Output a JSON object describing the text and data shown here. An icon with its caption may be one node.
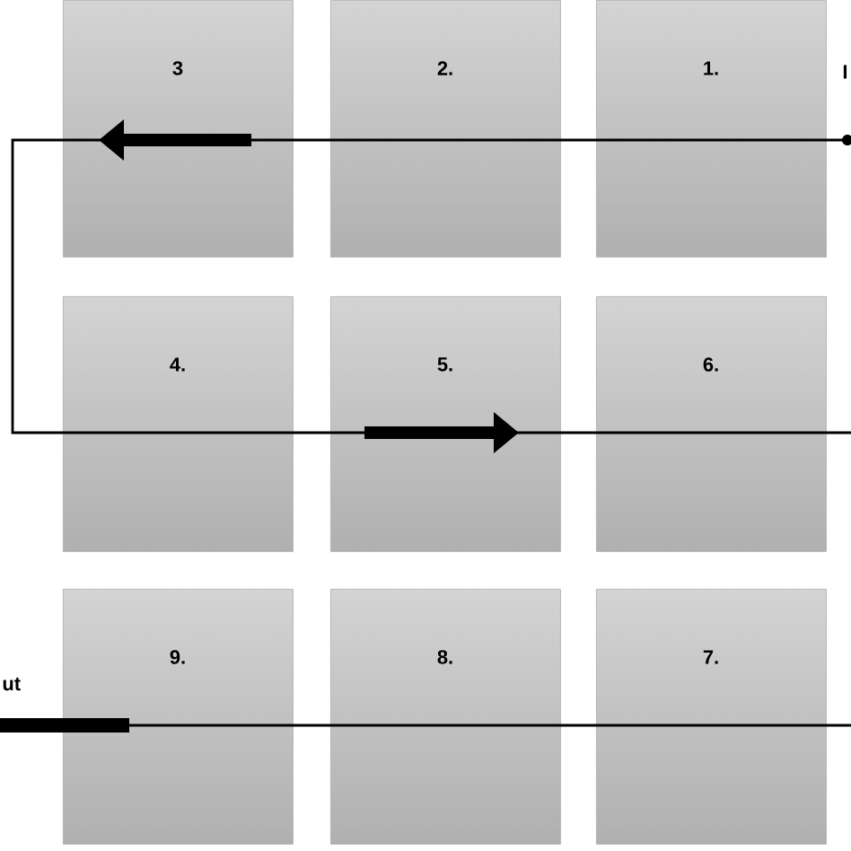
{
  "diagram": {
    "nodes": [
      {
        "text": [
          "3"
        ]
      },
      {
        "text": [
          "2."
        ]
      },
      {
        "text": [
          "1."
        ]
      },
      {
        "text": [
          "4."
        ]
      },
      {
        "text": [
          "5."
        ]
      },
      {
        "text": [
          "6."
        ]
      },
      {
        "text": [
          "9."
        ]
      },
      {
        "text": [
          "8."
        ]
      },
      {
        "text": [
          "7."
        ]
      }
    ],
    "labels": [
      "I",
      "ut"
    ]
  }
}
